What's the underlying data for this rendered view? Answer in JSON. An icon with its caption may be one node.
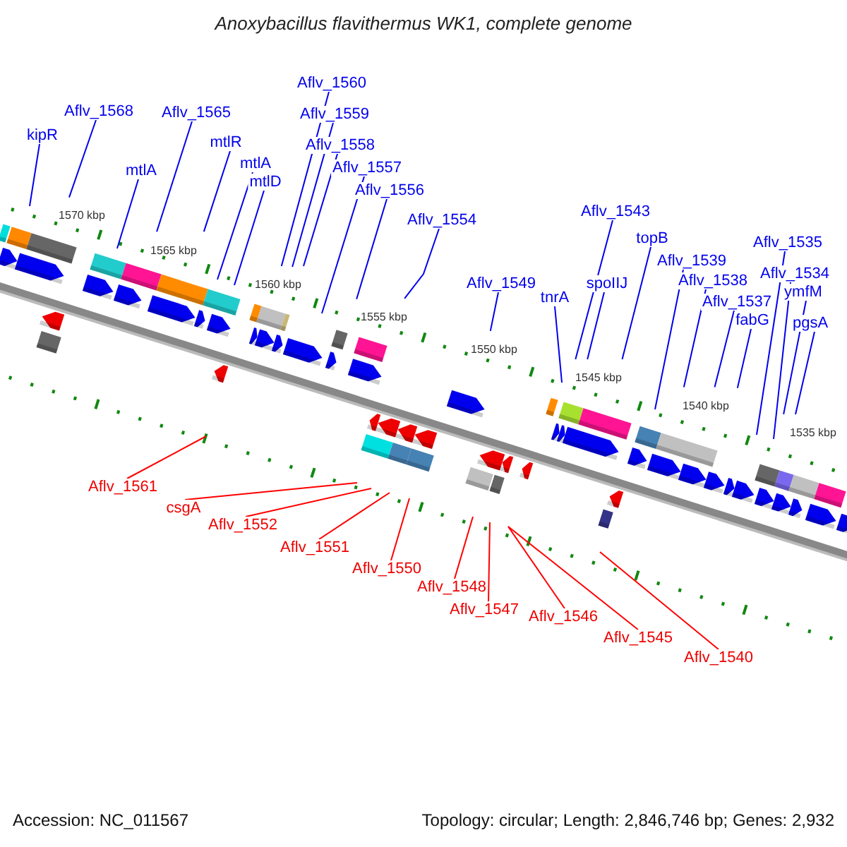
{
  "diagram": {
    "title": "Anoxybacillus flavithermus WK1, complete genome",
    "nodes": [
      {
        "text": [
          "kipR"
        ]
      },
      {
        "text": [
          "Aflv_1568"
        ]
      },
      {
        "text": [
          "mtlA"
        ]
      },
      {
        "text": [
          "Aflv_1565"
        ]
      },
      {
        "text": [
          "mtlR"
        ]
      },
      {
        "text": [
          "mtlA"
        ]
      },
      {
        "text": [
          "mtlD"
        ]
      },
      {
        "text": [
          "Aflv_1560"
        ]
      },
      {
        "text": [
          "Aflv_1559"
        ]
      },
      {
        "text": [
          "Aflv_1558"
        ]
      },
      {
        "text": [
          "Aflv_1557"
        ]
      },
      {
        "text": [
          "Aflv_1556"
        ]
      },
      {
        "text": [
          "Aflv_1554"
        ]
      },
      {
        "text": [
          "Aflv_1549"
        ]
      },
      {
        "text": [
          "tnrA"
        ]
      },
      {
        "text": [
          "Aflv_1543"
        ]
      },
      {
        "text": [
          "spoIIJ"
        ]
      },
      {
        "text": [
          "topB"
        ]
      },
      {
        "text": [
          "Aflv_1539"
        ]
      },
      {
        "text": [
          "Aflv_1538"
        ]
      },
      {
        "text": [
          "Aflv_1537"
        ]
      },
      {
        "text": [
          "fabG"
        ]
      },
      {
        "text": [
          "Aflv_1535"
        ]
      },
      {
        "text": [
          "Aflv_1534"
        ]
      },
      {
        "text": [
          "ymfM"
        ]
      },
      {
        "text": [
          "pgsA"
        ]
      },
      {
        "text": [
          "Aflv_1561"
        ]
      },
      {
        "text": [
          "csgA"
        ]
      },
      {
        "text": [
          "Aflv_1552"
        ]
      },
      {
        "text": [
          "Aflv_1551"
        ]
      },
      {
        "text": [
          "Aflv_1550"
        ]
      },
      {
        "text": [
          "Aflv_1548"
        ]
      },
      {
        "text": [
          "Aflv_1547"
        ]
      },
      {
        "text": [
          "Aflv_1546"
        ]
      },
      {
        "text": [
          "Aflv_1545"
        ]
      },
      {
        "text": [
          "Aflv_1540"
        ]
      }
    ],
    "edges": [
      {
        "from": 0,
        "to": null,
        "arrow": "none"
      },
      {
        "from": 1,
        "to": null,
        "arrow": "none"
      },
      {
        "from": 2,
        "to": null,
        "arrow": "none"
      },
      {
        "from": 3,
        "to": null,
        "arrow": "none"
      },
      {
        "from": 4,
        "to": null,
        "arrow": "none"
      },
      {
        "from": 5,
        "to": null,
        "arrow": "none"
      },
      {
        "from": 6,
        "to": null,
        "arrow": "none"
      },
      {
        "from": 7,
        "to": null,
        "arrow": "none"
      },
      {
        "from": 8,
        "to": null,
        "arrow": "none"
      },
      {
        "from": 9,
        "to": null,
        "arrow": "none"
      },
      {
        "from": 10,
        "to": null,
        "arrow": "none"
      },
      {
        "from": 11,
        "to": null,
        "arrow": "none"
      },
      {
        "from": 12,
        "to": null,
        "arrow": "none"
      },
      {
        "from": 13,
        "to": null,
        "arrow": "none"
      },
      {
        "from": 14,
        "to": null,
        "arrow": "none"
      },
      {
        "from": 15,
        "to": null,
        "arrow": "none"
      },
      {
        "from": 16,
        "to": null,
        "arrow": "none"
      },
      {
        "from": 17,
        "to": null,
        "arrow": "none"
      },
      {
        "from": 18,
        "to": null,
        "arrow": "none"
      },
      {
        "from": 19,
        "to": null,
        "arrow": "none"
      },
      {
        "from": 20,
        "to": null,
        "arrow": "none"
      },
      {
        "from": 21,
        "to": null,
        "arrow": "none"
      },
      {
        "from": 22,
        "to": null,
        "arrow": "none"
      },
      {
        "from": 23,
        "to": null,
        "arrow": "none"
      },
      {
        "from": 24,
        "to": null,
        "arrow": "none"
      },
      {
        "from": 25,
        "to": null,
        "arrow": "none"
      },
      {
        "from": 26,
        "to": null,
        "arrow": "none",
        "color": "#ff0000"
      },
      {
        "from": 27,
        "to": null,
        "arrow": "none",
        "color": "#ff0000"
      },
      {
        "from": 28,
        "to": null,
        "arrow": "none",
        "color": "#ff0000"
      },
      {
        "from": 29,
        "to": null,
        "arrow": "none",
        "color": "#ff0000"
      },
      {
        "from": 30,
        "to": null,
        "arrow": "none",
        "color": "#ff0000"
      },
      {
        "from": 31,
        "to": null,
        "arrow": "none",
        "color": "#ff0000"
      },
      {
        "from": 32,
        "to": null,
        "arrow": "none",
        "color": "#ff0000"
      },
      {
        "from": 33,
        "to": null,
        "arrow": "none",
        "color": "#ff0000"
      },
      {
        "from": 34,
        "to": null,
        "arrow": "none",
        "color": "#ff0000"
      },
      {
        "from": 35,
        "to": null,
        "arrow": "none",
        "color": "#ff0000"
      }
    ],
    "labels": [
      "1570 kbp",
      "1565 kbp",
      "1560 kbp",
      "1555 kbp",
      "1550 kbp",
      "1545 kbp",
      "1540 kbp",
      "1535 kbp",
      "Accession: NC_011567",
      "Topology: circular; Length: 2,846,746 bp; Genes: 2,932"
    ]
  }
}
